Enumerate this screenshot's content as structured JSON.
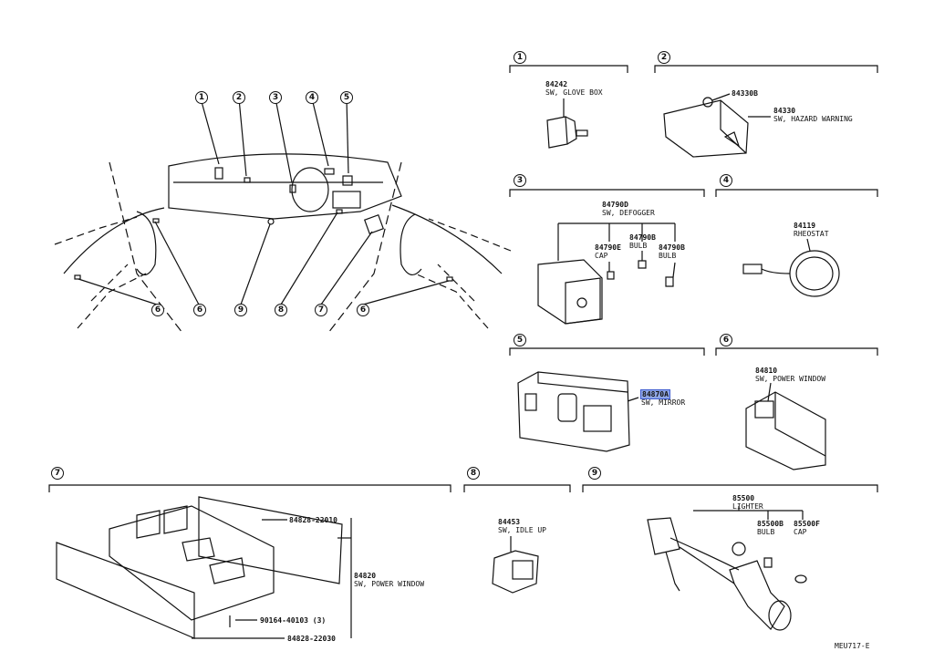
{
  "diagram_code": "MEU717-E",
  "overview_callouts": [
    "1",
    "2",
    "3",
    "4",
    "5",
    "6",
    "6",
    "9",
    "8",
    "7",
    "6"
  ],
  "sections": [
    {
      "num": "1",
      "parts": [
        {
          "pn": "84242",
          "name": "SW, GLOVE BOX"
        }
      ]
    },
    {
      "num": "2",
      "parts": [
        {
          "pn": "84330B",
          "name": ""
        },
        {
          "pn": "84330",
          "name": "SW, HAZARD WARNING"
        }
      ]
    },
    {
      "num": "3",
      "parts": [
        {
          "pn": "84790D",
          "name": "SW, DEFOGGER"
        },
        {
          "pn": "84790E",
          "name": "CAP"
        },
        {
          "pn": "84790B",
          "name": "BULB"
        },
        {
          "pn": "84790B",
          "name": "BULB"
        }
      ]
    },
    {
      "num": "4",
      "parts": [
        {
          "pn": "84119",
          "name": "RHEOSTAT"
        }
      ]
    },
    {
      "num": "5",
      "parts": [
        {
          "pn": "84870A",
          "name": "SW, MIRROR",
          "highlighted": true
        }
      ]
    },
    {
      "num": "6",
      "parts": [
        {
          "pn": "84810",
          "name": "SW, POWER WINDOW"
        }
      ]
    },
    {
      "num": "7",
      "parts": [
        {
          "pn": "84828-22010",
          "name": ""
        },
        {
          "pn": "84820",
          "name": "SW, POWER WINDOW"
        },
        {
          "pn": "90164-40103 (3)",
          "name": ""
        },
        {
          "pn": "84828-22030",
          "name": ""
        }
      ]
    },
    {
      "num": "8",
      "parts": [
        {
          "pn": "84453",
          "name": "SW, IDLE UP"
        }
      ]
    },
    {
      "num": "9",
      "parts": [
        {
          "pn": "85500",
          "name": "LIGHTER"
        },
        {
          "pn": "85500B",
          "name": "BULB"
        },
        {
          "pn": "85500F",
          "name": "CAP"
        }
      ]
    }
  ]
}
